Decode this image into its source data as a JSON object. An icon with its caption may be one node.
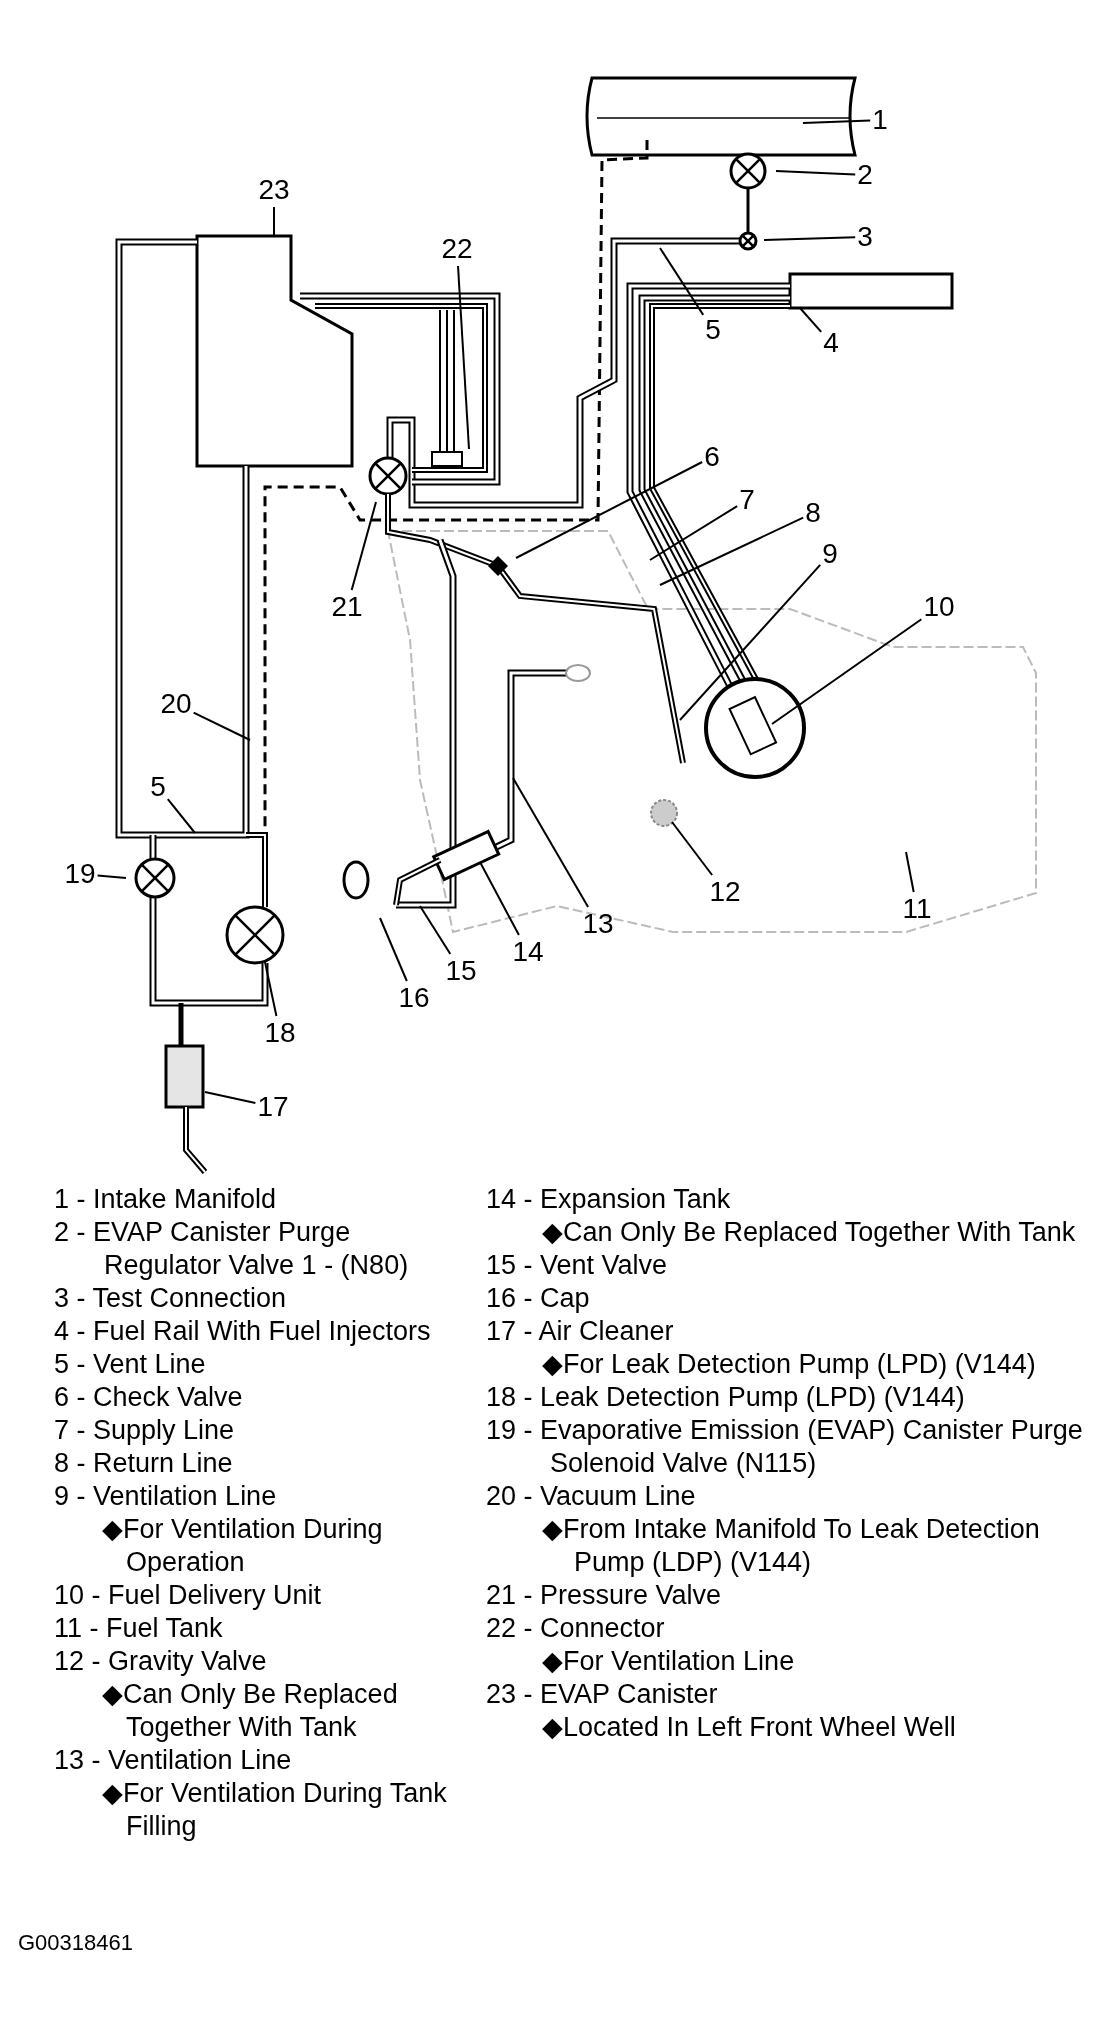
{
  "diagram": {
    "nodes": [
      {
        "text": [
          "1"
        ]
      },
      {
        "text": [
          "2"
        ]
      },
      {
        "text": [
          "3"
        ]
      },
      {
        "text": [
          "4"
        ]
      },
      {
        "text": [
          "5"
        ]
      },
      {
        "text": [
          "5"
        ]
      },
      {
        "text": [
          "6"
        ]
      },
      {
        "text": [
          "7"
        ]
      },
      {
        "text": [
          "8"
        ]
      },
      {
        "text": [
          "9"
        ]
      },
      {
        "text": [
          "10"
        ]
      },
      {
        "text": [
          "11"
        ]
      },
      {
        "text": [
          "12"
        ]
      },
      {
        "text": [
          "13"
        ]
      },
      {
        "text": [
          "14"
        ]
      },
      {
        "text": [
          "15"
        ]
      },
      {
        "text": [
          "16"
        ]
      },
      {
        "text": [
          "17"
        ]
      },
      {
        "text": [
          "18"
        ]
      },
      {
        "text": [
          "19"
        ]
      },
      {
        "text": [
          "20"
        ]
      },
      {
        "text": [
          "21"
        ]
      },
      {
        "text": [
          "22"
        ]
      },
      {
        "text": [
          "23"
        ]
      }
    ],
    "edges": [
      {
        "from": 0,
        "to": null,
        "arrow": "none"
      },
      {
        "from": 1,
        "to": null,
        "arrow": "none"
      },
      {
        "from": 2,
        "to": null,
        "arrow": "none"
      },
      {
        "from": 3,
        "to": null,
        "arrow": "none"
      },
      {
        "from": 4,
        "to": null,
        "arrow": "none"
      },
      {
        "from": 5,
        "to": null,
        "arrow": "none"
      },
      {
        "from": 6,
        "to": null,
        "arrow": "none"
      },
      {
        "from": 7,
        "to": null,
        "arrow": "none"
      },
      {
        "from": 8,
        "to": null,
        "arrow": "none"
      },
      {
        "from": 9,
        "to": null,
        "arrow": "none"
      },
      {
        "from": 10,
        "to": null,
        "arrow": "none"
      },
      {
        "from": 11,
        "to": null,
        "arrow": "none"
      },
      {
        "from": 12,
        "to": null,
        "arrow": "none"
      },
      {
        "from": 13,
        "to": null,
        "arrow": "none"
      },
      {
        "from": 14,
        "to": null,
        "arrow": "none"
      },
      {
        "from": 15,
        "to": null,
        "arrow": "none"
      },
      {
        "from": 16,
        "to": null,
        "arrow": "none"
      },
      {
        "from": 17,
        "to": null,
        "arrow": "none"
      },
      {
        "from": 18,
        "to": null,
        "arrow": "none"
      },
      {
        "from": 19,
        "to": null,
        "arrow": "none"
      },
      {
        "from": 20,
        "to": null,
        "arrow": "none"
      },
      {
        "from": 21,
        "to": null,
        "arrow": "none"
      },
      {
        "from": 22,
        "to": null,
        "arrow": "none"
      },
      {
        "from": 23,
        "to": null,
        "arrow": "none"
      }
    ],
    "labels": [
      "1 - Intake Manifold",
      "2 - EVAP Canister Purge Regulator Valve 1 - (N80)",
      "3 - Test Connection",
      "4 - Fuel Rail With Fuel Injectors",
      "5 - Vent Line",
      "6 - Check Valve",
      "7 - Supply Line",
      "8 - Return Line",
      "9 - Ventilation Line",
      "◆For Ventilation During Operation",
      "10 - Fuel Delivery Unit",
      "11 - Fuel Tank",
      "12 - Gravity Valve",
      "◆Can Only Be Replaced Together With Tank",
      "13 - Ventilation Line",
      "◆For Ventilation During Tank Filling",
      "14 - Expansion Tank",
      "◆Can Only Be Replaced Together With Tank",
      "15 - Vent Valve",
      "16 - Cap",
      "17 - Air Cleaner",
      "◆For Leak Detection Pump (LPD) (V144)",
      "18 - Leak Detection Pump (LPD) (V144)",
      "19 - Evaporative Emission (EVAP) Canister Purge Solenoid Valve (N115)",
      "20 - Vacuum Line",
      "◆From Intake Manifold To Leak Detection Pump (LDP) (V144)",
      "21 - Pressure Valve",
      "22 - Connector",
      "◆For Ventilation Line",
      "23 - EVAP Canister",
      "◆Located In Left Front Wheel Well",
      "G00318461"
    ]
  }
}
